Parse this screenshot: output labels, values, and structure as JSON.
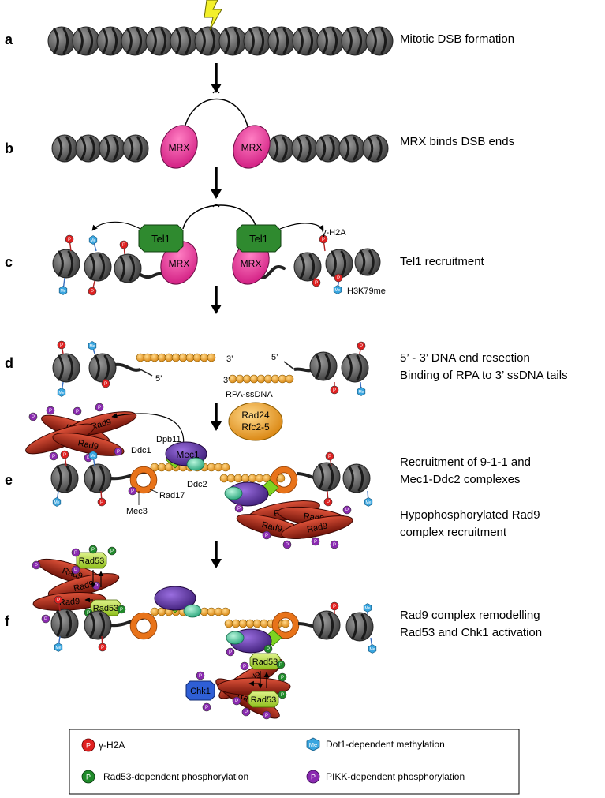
{
  "panels": [
    {
      "letter": "a",
      "lines": [
        "Mitotic DSB formation"
      ]
    },
    {
      "letter": "b",
      "lines": [
        "MRX binds DSB ends"
      ]
    },
    {
      "letter": "c",
      "lines": [
        "Tel1 recruitment"
      ]
    },
    {
      "letter": "d",
      "lines": [
        "5’ - 3’ DNA end resection",
        "Binding of RPA to 3’ ssDNA tails"
      ]
    },
    {
      "letter": "e",
      "lines": [
        "Recruitment of 9-1-1 and",
        "Mec1-Ddc2 complexes",
        "Hypophosphorylated Rad9",
        "complex recruitment"
      ]
    },
    {
      "letter": "f",
      "lines": [
        "Rad9 complex remodelling",
        "Rad53 and Chk1 activation"
      ]
    }
  ],
  "labels": {
    "mrx": "MRX",
    "tel1": "Tel1",
    "gamma_h2a": "γ-H2A",
    "h3k79me": "H3K79me",
    "three_prime": "3’",
    "five_prime": "5’",
    "rpa_ssdna": "RPA-ssDNA",
    "rad24": "Rad24",
    "rfc25": "Rfc2-5",
    "dpb11": "Dpb11",
    "ddc1": "Ddc1",
    "mec1": "Mec1",
    "ddc2": "Ddc2",
    "rad17": "Rad17",
    "mec3": "Mec3",
    "rad9": "Rad9",
    "rad53": "Rad53",
    "chk1": "Chk1",
    "p": "P",
    "me": "Me"
  },
  "legend": {
    "red": {
      "symbol": "P",
      "text": "γ-H2A"
    },
    "blue": {
      "symbol": "Me",
      "text": "Dot1-dependent methylation"
    },
    "green": {
      "symbol": "P",
      "text": "Rad53-dependent phosphorylation"
    },
    "purple": {
      "symbol": "P",
      "text": "PIKK-dependent phosphorylation"
    }
  },
  "colors": {
    "mrx": "#e8379a",
    "tel1": "#2f8a2f",
    "rpa": "#f2a12a",
    "rad9": "#b52414",
    "rad53": "#a9d32a",
    "mec1": "#6a3aa8",
    "ddc2": "#3fc49a",
    "ddc1": "#7ed321",
    "clamp": "#e8731a",
    "chk1": "#2f5fd6",
    "p_red": "#e02020",
    "p_green": "#1f8a2a",
    "p_purple": "#8a2ab0",
    "me_blue": "#39a6e0"
  },
  "icons": [
    "lightning-bolt-icon",
    "down-arrow-icon"
  ]
}
